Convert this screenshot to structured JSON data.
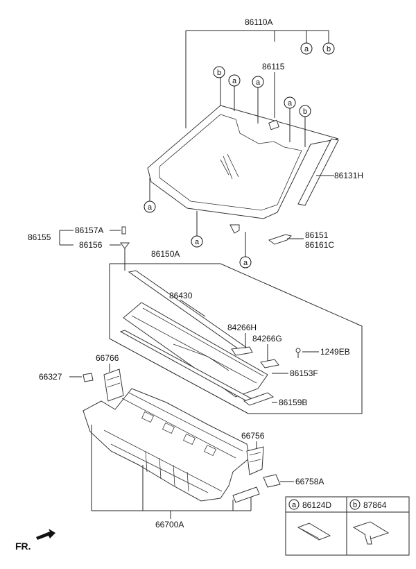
{
  "labels": {
    "p86110A": "86110A",
    "p86115": "86115",
    "p86131H": "86131H",
    "p86155": "86155",
    "p86157A": "86157A",
    "p86156": "86156",
    "p86150A": "86150A",
    "p86151": "86151",
    "p86161C": "86161C",
    "p86430": "86430",
    "p84266H": "84266H",
    "p84266G": "84266G",
    "p1249EB": "1249EB",
    "p86153F": "86153F",
    "p86159B": "86159B",
    "p66766": "66766",
    "p66327": "66327",
    "p66756": "66756",
    "p66758A": "66758A",
    "p66700A": "66700A"
  },
  "callout_letters": {
    "a": "a",
    "b": "b"
  },
  "legend": {
    "a_part": "86124D",
    "b_part": "87864"
  },
  "direction_label": "FR."
}
